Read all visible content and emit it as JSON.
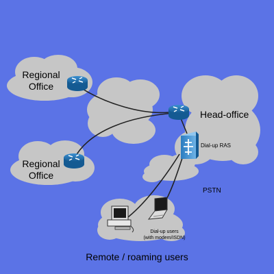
{
  "nodes": {
    "regional_office_top": {
      "line1": "Regional",
      "line2": "Office"
    },
    "regional_office_bottom": {
      "line1": "Regional",
      "line2": "Office"
    },
    "head_office": {
      "label": "Head-office"
    },
    "dialup_ras": {
      "label": "Dial-up RAS"
    },
    "pstn": {
      "label": "PSTN"
    },
    "dialup_users": {
      "line1": "Dial-up users",
      "line2": "(with modem/ISDN)"
    },
    "remote_users": {
      "label": "Remote / roaming users"
    }
  },
  "colors": {
    "background": "#5b73e6",
    "cloud": "#c6c6c6",
    "router": "#1e73b4",
    "link": "#222222"
  },
  "icons": [
    "router-icon",
    "dialup-ras-icon",
    "desktop-computer-icon",
    "laptop-icon"
  ]
}
